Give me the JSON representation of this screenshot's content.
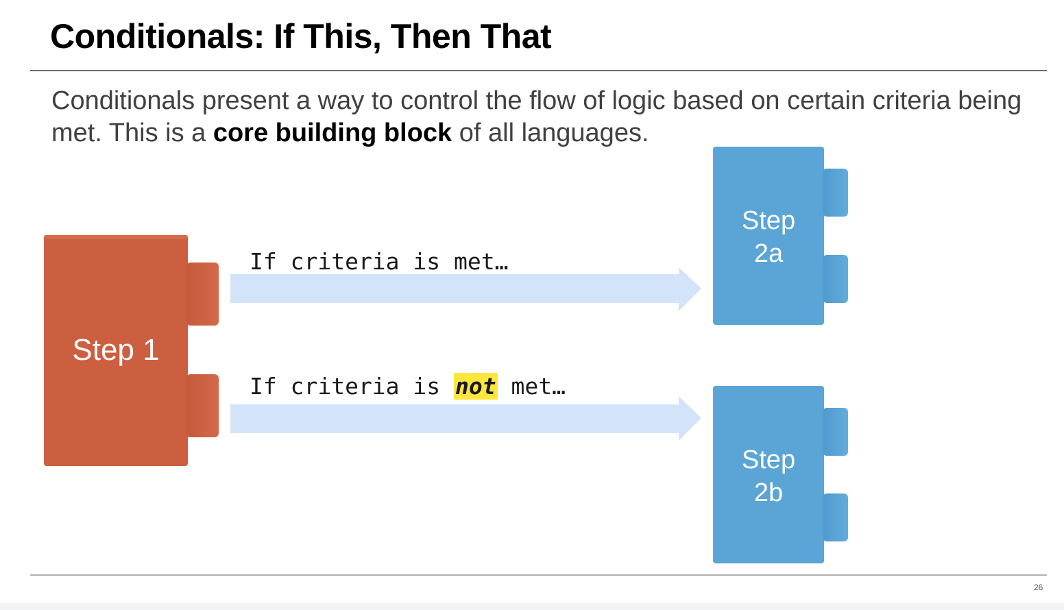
{
  "slide": {
    "title": "Conditionals: If This, Then That",
    "intro": {
      "text_before": "Conditionals present a way to control the flow of logic based on certain criteria being met. This is a ",
      "emphasis": "core building block",
      "text_after": " of all languages."
    },
    "page_number": "26"
  },
  "diagram": {
    "start_block": {
      "label": "Step 1",
      "color": "#cc5f3f"
    },
    "branches": [
      {
        "condition_prefix": "If criteria is ",
        "condition_highlight": "",
        "condition_suffix": "met…",
        "target": {
          "line1": "Step",
          "line2": "2a",
          "color": "#5aa5d6"
        }
      },
      {
        "condition_prefix": "If criteria is ",
        "condition_highlight": "not",
        "condition_suffix": " met…",
        "target": {
          "line1": "Step",
          "line2": "2b",
          "color": "#5aa5d6"
        }
      }
    ],
    "arrow_color": "#d3e3fa",
    "highlight_color": "#fde73f"
  }
}
